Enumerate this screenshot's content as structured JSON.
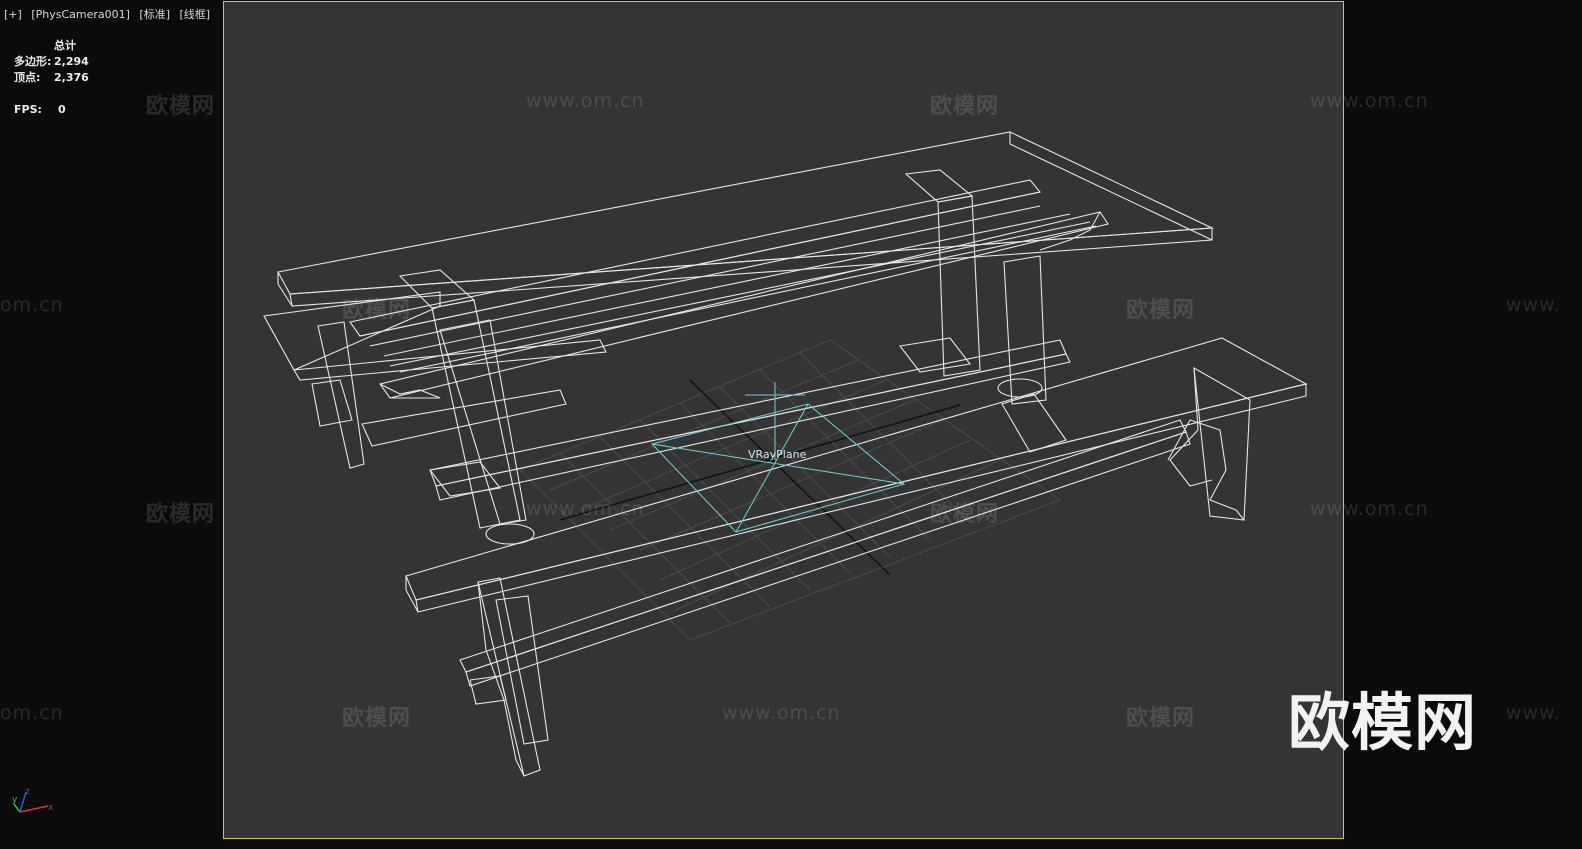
{
  "viewport_label": {
    "plus": "[+]",
    "camera": "[PhysCamera001]",
    "shading_mode": "[标准]",
    "display_mode": "[线框]"
  },
  "stats": {
    "header": "总计",
    "polygons_label": "多边形:",
    "polygons_value": "2,294",
    "vertices_label": "顶点:",
    "vertices_value": "2,376",
    "fps_label": "FPS:",
    "fps_value": "0"
  },
  "object_label": "VRayPlane",
  "axis": {
    "x": "x",
    "y": "y",
    "z": "z"
  },
  "watermark": {
    "cn": "欧模网",
    "url": "www.om.cn",
    "url_partial": "om.cn",
    "url_prefix": "www."
  },
  "logo_text": "欧模网",
  "colors": {
    "viewport_bg": "#343434",
    "outer_bg": "#0b0b0b",
    "frame": "#c9c93a",
    "wire": "#ffffff",
    "selection": "#6fd0d8",
    "axis_x": "#d23a3a",
    "axis_y": "#3ab34a",
    "axis_z": "#3a5ad2"
  }
}
